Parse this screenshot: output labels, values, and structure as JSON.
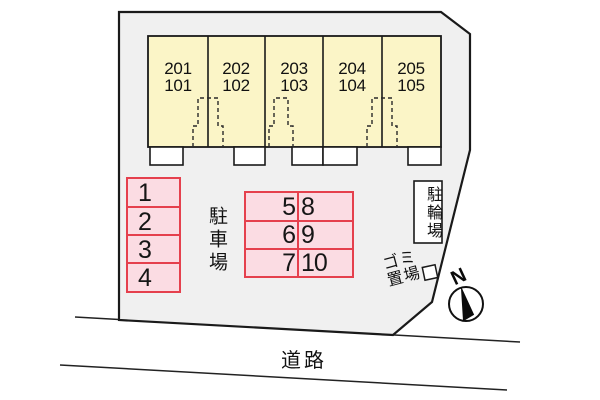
{
  "site_plan": {
    "building": {
      "units": [
        {
          "upper": "201",
          "lower": "101"
        },
        {
          "upper": "202",
          "lower": "102"
        },
        {
          "upper": "203",
          "lower": "103"
        },
        {
          "upper": "204",
          "lower": "104"
        },
        {
          "upper": "205",
          "lower": "105"
        }
      ]
    },
    "parking": {
      "area_label": "駐車場",
      "stalls_left": [
        "1",
        "2",
        "3",
        "4"
      ],
      "stalls_center_left": [
        "5",
        "6",
        "7"
      ],
      "stalls_center_right": [
        "8",
        "9",
        "10"
      ]
    },
    "bicycle": {
      "label": "駐輪場"
    },
    "garbage": {
      "line1": "ゴミ",
      "line2": "置場"
    },
    "compass": {
      "north_label": "N"
    },
    "road": {
      "label": "道路"
    }
  },
  "colors": {
    "lot": "#f0f0f0",
    "building": "#fbf5c7",
    "stall_fill": "#fbdce3",
    "stall_border": "#e5404d"
  }
}
